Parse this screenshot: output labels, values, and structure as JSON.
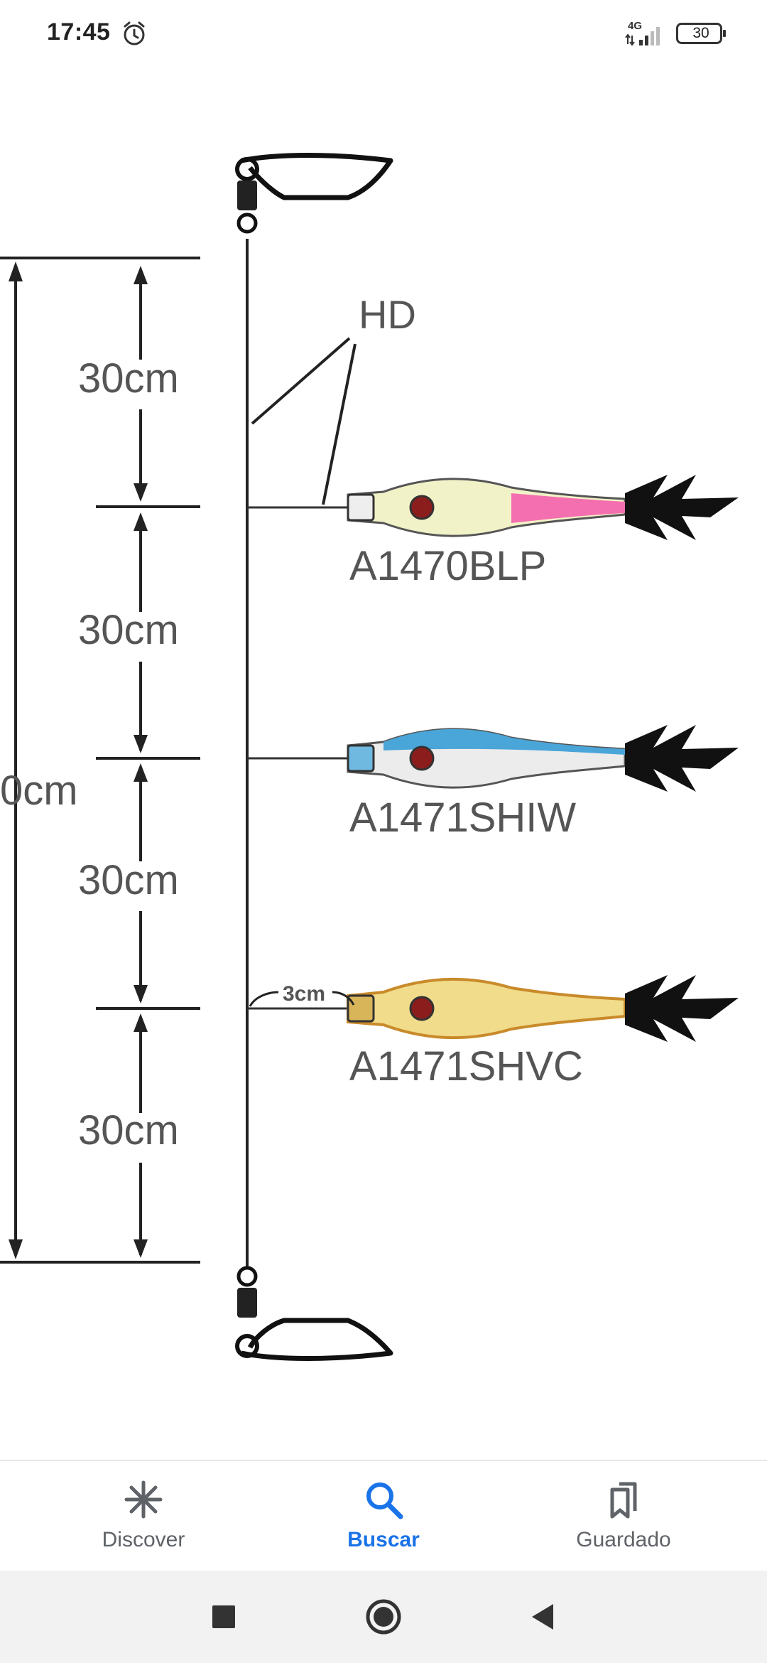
{
  "status_bar": {
    "time": "17:45",
    "alarm_icon": "alarm-clock-icon",
    "network_type": "4G",
    "signal_icon": "signal-strength-icon",
    "battery_level": "30"
  },
  "image": {
    "top_dimension_label": "HD",
    "total_length_label": "0cm",
    "segment_labels": [
      "30cm",
      "30cm",
      "30cm",
      "30cm"
    ],
    "branch_length_label": "3cm",
    "lure_codes": [
      "A1470BLP",
      "A1471SHIW",
      "A1471SHVC"
    ]
  },
  "bottom_nav": {
    "items": [
      {
        "label": "Discover",
        "icon": "asterisk-icon"
      },
      {
        "label": "Buscar",
        "icon": "search-icon",
        "active": true
      },
      {
        "label": "Guardado",
        "icon": "bookmarks-icon"
      }
    ],
    "active_color": "#1a73e8",
    "inactive_color": "#5f6368"
  },
  "system_nav": {
    "buttons": [
      "recent-apps-icon",
      "home-icon",
      "back-icon"
    ]
  }
}
